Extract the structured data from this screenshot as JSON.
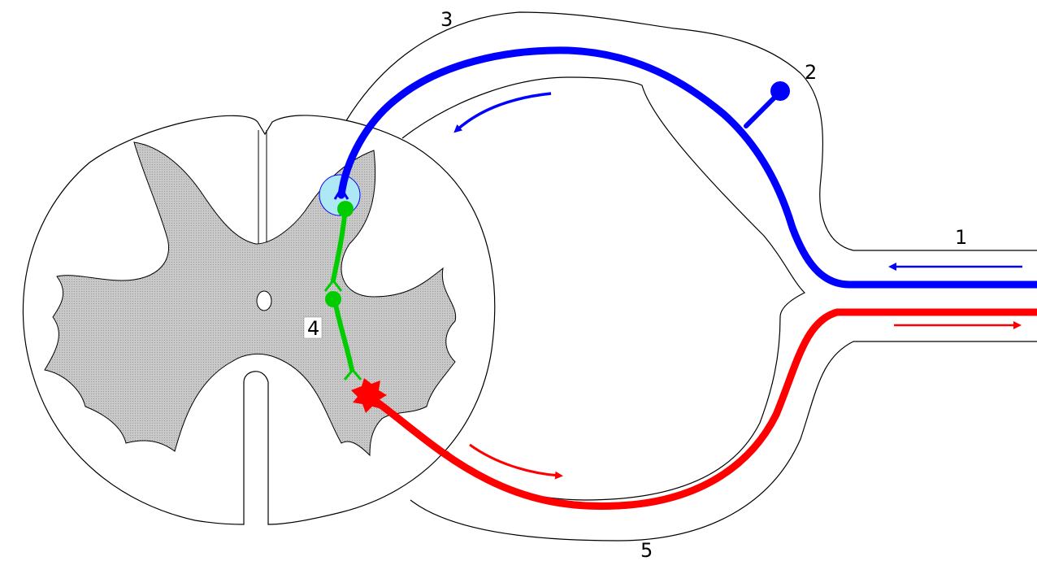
{
  "labels": {
    "l1": "1",
    "l2": "2",
    "l3": "3",
    "l4": "4",
    "l5": "5"
  },
  "colors": {
    "sensory": "#0000ff",
    "motor": "#ff0000",
    "interneuron": "#00cc00",
    "gray_matter": "#c8c8c8",
    "receptor_zone": "#aee8f5",
    "outline": "#000000",
    "background": "#ffffff"
  }
}
